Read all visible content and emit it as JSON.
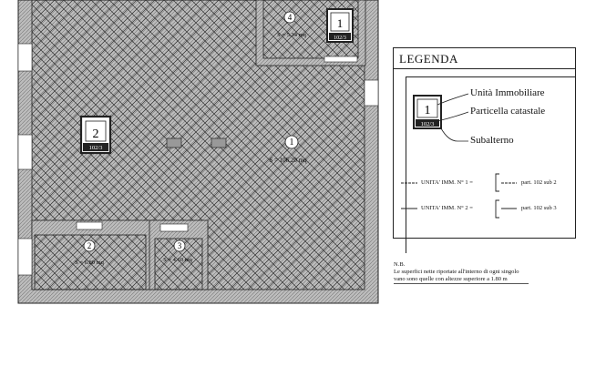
{
  "plan": {
    "rooms": [
      {
        "number": "4",
        "area": "S = 5.34 mq"
      },
      {
        "number": "1",
        "area": "S = 106.20 mq"
      },
      {
        "number": "2",
        "area": "S = 6.80 mq"
      },
      {
        "number": "3",
        "area": "S = 4.10 mq"
      }
    ],
    "unit_badges": [
      {
        "unit": "1",
        "parcel": "102/3"
      },
      {
        "unit": "2",
        "parcel": "102/3"
      }
    ]
  },
  "legend": {
    "title": "LEGENDA",
    "sample_unit": "1",
    "sample_parcel": "102/3",
    "unit_label": "Unità Immobiliare",
    "parcel_label": "Particella catastale",
    "sub_label": "Subalterno",
    "line1_label": "UNITA' IMM. N° 1 =",
    "line1_ref": "part. 102 sub 2",
    "line2_label": "UNITA' IMM. N° 2 =",
    "line2_ref": "part. 102 sub 3"
  },
  "note": {
    "title": "N.B.",
    "text": "Le superfici nette riportate all'interno di ogni singolo vano sono quelle con altezze superiore a 1.80 m"
  }
}
